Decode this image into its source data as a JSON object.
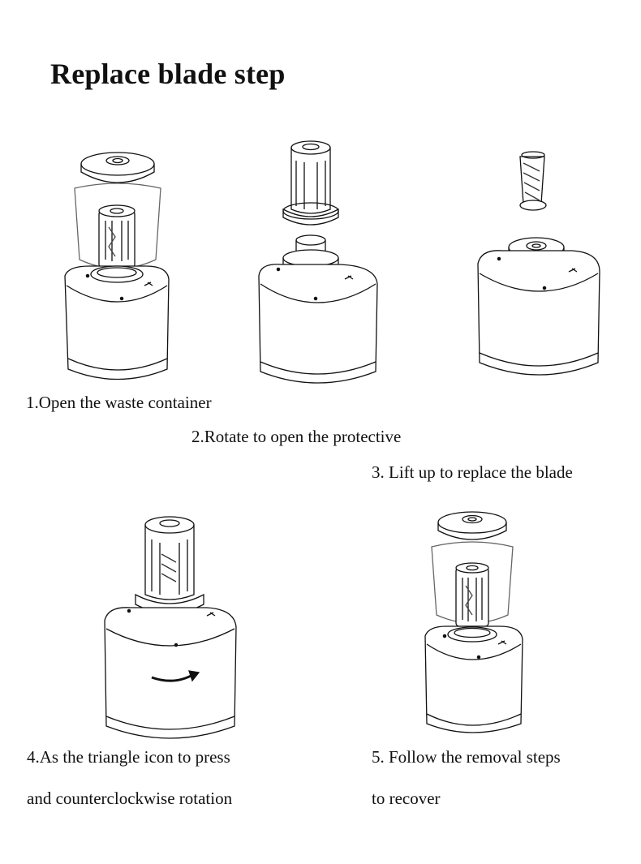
{
  "title": "Replace blade step",
  "captions": {
    "step1": "1.Open the waste container",
    "step2": "2.Rotate to open the protective",
    "step3": "3. Lift up to replace the blade",
    "step4_line1": "4.As the triangle icon to press",
    "step4_line2": "and counterclockwise rotation",
    "step5_line1": "5. Follow the removal steps",
    "step5_line2": "to recover"
  }
}
